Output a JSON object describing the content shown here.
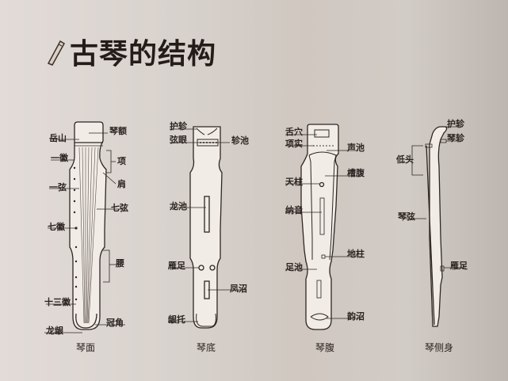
{
  "title": "古琴的结构",
  "icon": "brush-pen-icon",
  "views": [
    {
      "caption": "琴面",
      "labels": [
        "琴额",
        "岳山",
        "一徽",
        "项",
        "肩",
        "一弦",
        "七弦",
        "七徽",
        "腰",
        "十三徽",
        "冠角",
        "龙龈"
      ]
    },
    {
      "caption": "琴底",
      "labels": [
        "护轸",
        "弦眼",
        "轸池",
        "龙池",
        "雁足",
        "凤沼",
        "龈托"
      ]
    },
    {
      "caption": "琴腹",
      "labels": [
        "舌穴",
        "项实",
        "声池",
        "槽腹",
        "天柱",
        "纳音",
        "地柱",
        "足池",
        "韵沼"
      ]
    },
    {
      "caption": "琴侧身",
      "labels": [
        "护轸",
        "琴轸",
        "低头",
        "琴弦",
        "雁足"
      ]
    }
  ]
}
